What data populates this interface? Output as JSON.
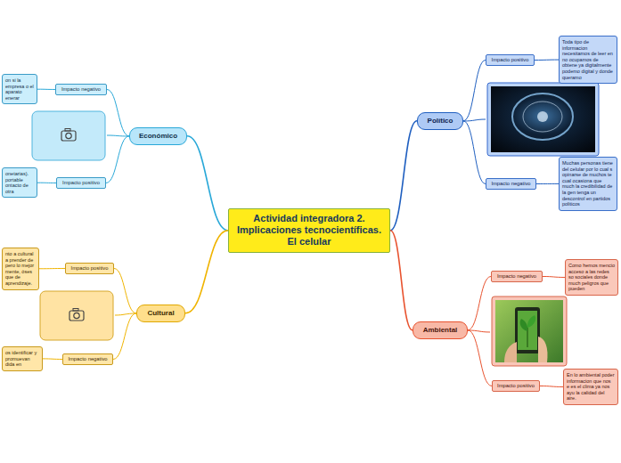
{
  "diagram": {
    "nodes": [
      {
        "text": [
          "Actividad integradora 2. Implicaciones tecnocientíficas. El celular"
        ]
      },
      {
        "text": [
          "Económico"
        ]
      },
      {
        "text": [
          "Impacto negativo"
        ]
      },
      {
        "text": [
          "on si la empresa o el aparato enerar"
        ]
      },
      {
        "text": [
          "Impacto positivo"
        ]
      },
      {
        "text": [
          "onetarias). portable ontacto de otra"
        ]
      },
      {
        "text": [
          "Cultural"
        ]
      },
      {
        "text": [
          "Impacto positivo"
        ]
      },
      {
        "text": [
          "nto a cultural a prender de pero lo mejor mente, óses que de aprendizaje."
        ]
      },
      {
        "text": [
          "Impacto negativo"
        ]
      },
      {
        "text": [
          "os identificar y promuevan dida en"
        ]
      },
      {
        "text": [
          "Político"
        ]
      },
      {
        "text": [
          "Impacto positivo"
        ]
      },
      {
        "text": [
          "Toda tipo de informacion necesitamos de leer en no ocupamos de obtene ya digitalmente podemo digital y donde queramo"
        ]
      },
      {
        "text": [
          "Impacto negativo"
        ]
      },
      {
        "text": [
          "Muchas personas tiene del celular por lo cual s opinarse de muchos te cual ocasiona que much la credibilidad de la gen tenga un descontrol en partidos politicos"
        ]
      },
      {
        "text": [
          "Ambiental"
        ]
      },
      {
        "text": [
          "Impacto negativo"
        ]
      },
      {
        "text": [
          "Como hemos mencio acceso a las redes so sociales donde much peligros que pueden"
        ]
      },
      {
        "text": [
          "Impacto positivo"
        ]
      },
      {
        "text": [
          "En lo ambiental poder informacion que nos e es el clima ya nos ayu la calidad del aire."
        ]
      }
    ],
    "edges": [
      {
        "from": 0,
        "to": 1,
        "arrow": "none"
      },
      {
        "from": 0,
        "to": 6,
        "arrow": "none"
      },
      {
        "from": 0,
        "to": 11,
        "arrow": "none"
      },
      {
        "from": 0,
        "to": 16,
        "arrow": "none"
      },
      {
        "from": 1,
        "to": 2,
        "arrow": "none"
      },
      {
        "from": 1,
        "to": 4,
        "arrow": "none"
      },
      {
        "from": 2,
        "to": 3,
        "arrow": "none"
      },
      {
        "from": 4,
        "to": 5,
        "arrow": "none"
      },
      {
        "from": 6,
        "to": 7,
        "arrow": "none"
      },
      {
        "from": 6,
        "to": 9,
        "arrow": "none"
      },
      {
        "from": 7,
        "to": 8,
        "arrow": "none"
      },
      {
        "from": 9,
        "to": 10,
        "arrow": "none"
      },
      {
        "from": 11,
        "to": 12,
        "arrow": "none"
      },
      {
        "from": 11,
        "to": 14,
        "arrow": "none"
      },
      {
        "from": 12,
        "to": 13,
        "arrow": "none"
      },
      {
        "from": 14,
        "to": 15,
        "arrow": "none"
      },
      {
        "from": 16,
        "to": 17,
        "arrow": "none"
      },
      {
        "from": 16,
        "to": 19,
        "arrow": "none"
      },
      {
        "from": 17,
        "to": 18,
        "arrow": "none"
      },
      {
        "from": 19,
        "to": 20,
        "arrow": "none"
      }
    ]
  }
}
